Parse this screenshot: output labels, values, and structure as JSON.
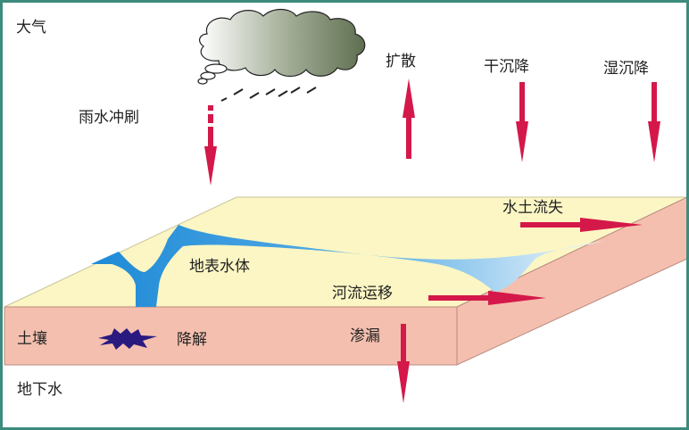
{
  "labels": {
    "atmosphere": "大气",
    "rain_wash": "雨水冲刷",
    "diffusion": "扩散",
    "dry_deposition": "干沉降",
    "wet_deposition": "湿沉降",
    "soil_erosion": "水土流失",
    "surface_water": "地表水体",
    "river_transport": "河流运移",
    "soil": "土壤",
    "degradation": "降解",
    "leakage": "渗漏",
    "groundwater": "地下水"
  },
  "colors": {
    "border": "#3d8b7d",
    "arrow": "#d4184a",
    "surface": "#fbf6c4",
    "soil": "#f4bfae",
    "water": "#1e8ad6",
    "degradation_star": "#2a1a80"
  }
}
